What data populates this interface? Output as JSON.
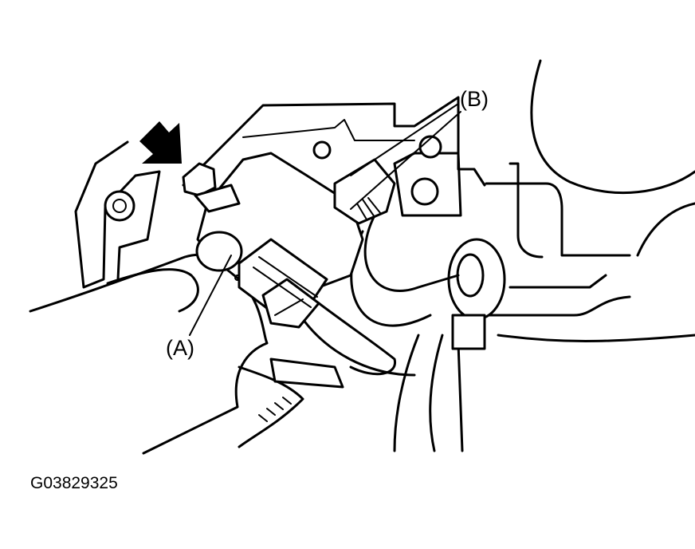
{
  "labels": {
    "a": "(A)",
    "b": "(B)"
  },
  "figure_code": "G03829325",
  "icons": {
    "pointer": "arrow-icon"
  },
  "colors": {
    "line": "#000000",
    "background": "#ffffff"
  }
}
